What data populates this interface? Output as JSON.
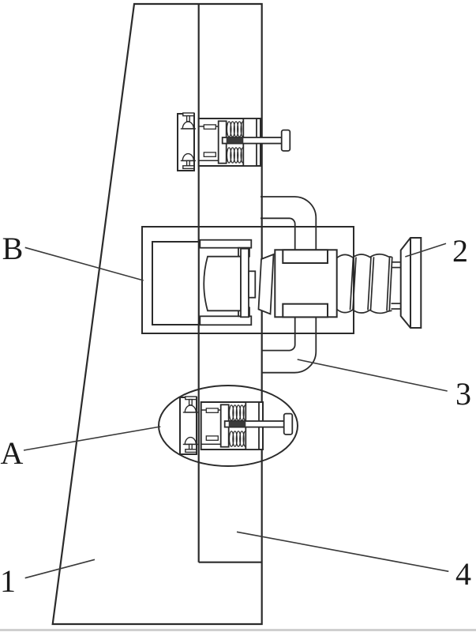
{
  "figure": {
    "kind": "patent-style mechanical line drawing",
    "colors": {
      "background": "#ffffff",
      "line": "#2b2b2b",
      "leader": "#3a3a3a",
      "label": "#1a1a1a",
      "scan_strip": "#cfcfcf"
    },
    "labels": {
      "b": "B",
      "a": "A",
      "n1": "1",
      "n2": "2",
      "n3": "3",
      "n4": "4"
    }
  }
}
